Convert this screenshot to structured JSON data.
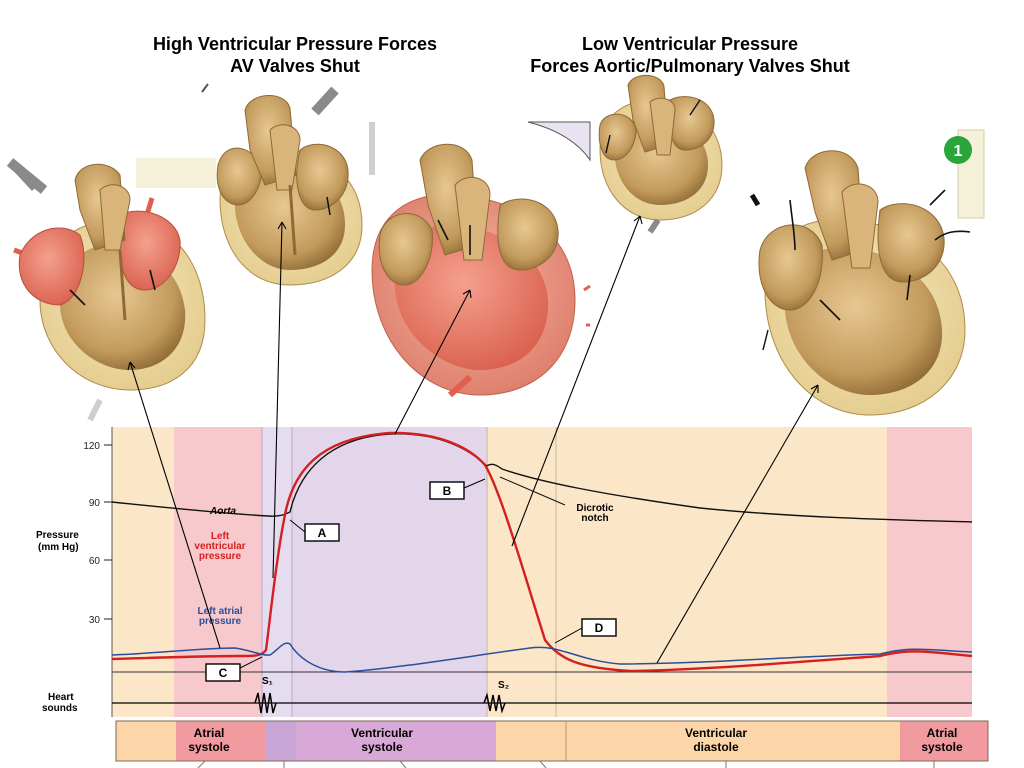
{
  "titles": {
    "left": "High Ventricular Pressure Forces\nAV Valves Shut",
    "right": "Low Ventricular Pressure\nForces Aortic/Pulmonary Valves Shut"
  },
  "graph": {
    "y_axis_label_1": "Pressure",
    "y_axis_label_2": "(mm Hg)",
    "y_ticks": [
      "120",
      "90",
      "60",
      "30"
    ],
    "aorta_label": "Aorta",
    "lv_label_1": "Left",
    "lv_label_2": "ventricular",
    "lv_label_3": "pressure",
    "la_label_1": "Left atrial",
    "la_label_2": "pressure",
    "dicrotic_1": "Dicrotic",
    "dicrotic_2": "notch",
    "heart_sounds_1": "Heart",
    "heart_sounds_2": "sounds",
    "s1": "S₁",
    "s2": "S₂",
    "markers": {
      "A": "A",
      "B": "B",
      "C": "C",
      "D": "D"
    }
  },
  "phases": [
    {
      "label_1": "Atrial",
      "label_2": "systole"
    },
    {
      "label_1": "Ventricular",
      "label_2": "systole"
    },
    {
      "label_1": "Ventricular",
      "label_2": "diastole"
    },
    {
      "label_1": "Atrial",
      "label_2": "systole"
    }
  ],
  "panels": [
    "1"
  ],
  "colors": {
    "lv_pressure": "#d42020",
    "la_pressure": "#2a4f9a",
    "aorta": "#111111",
    "atrial_band": "#f7c9cc",
    "ventricular_systole_band": "#e3d6ea",
    "diastole_band": "#fbe6c8",
    "phase_atrial": "#f19aa0",
    "phase_vsystole": "#d8a8d6",
    "phase_diastole": "#fcd6a8",
    "heart_tan": "#c9a56b",
    "heart_red": "#e8776a",
    "badge_green": "#2aa53a"
  }
}
